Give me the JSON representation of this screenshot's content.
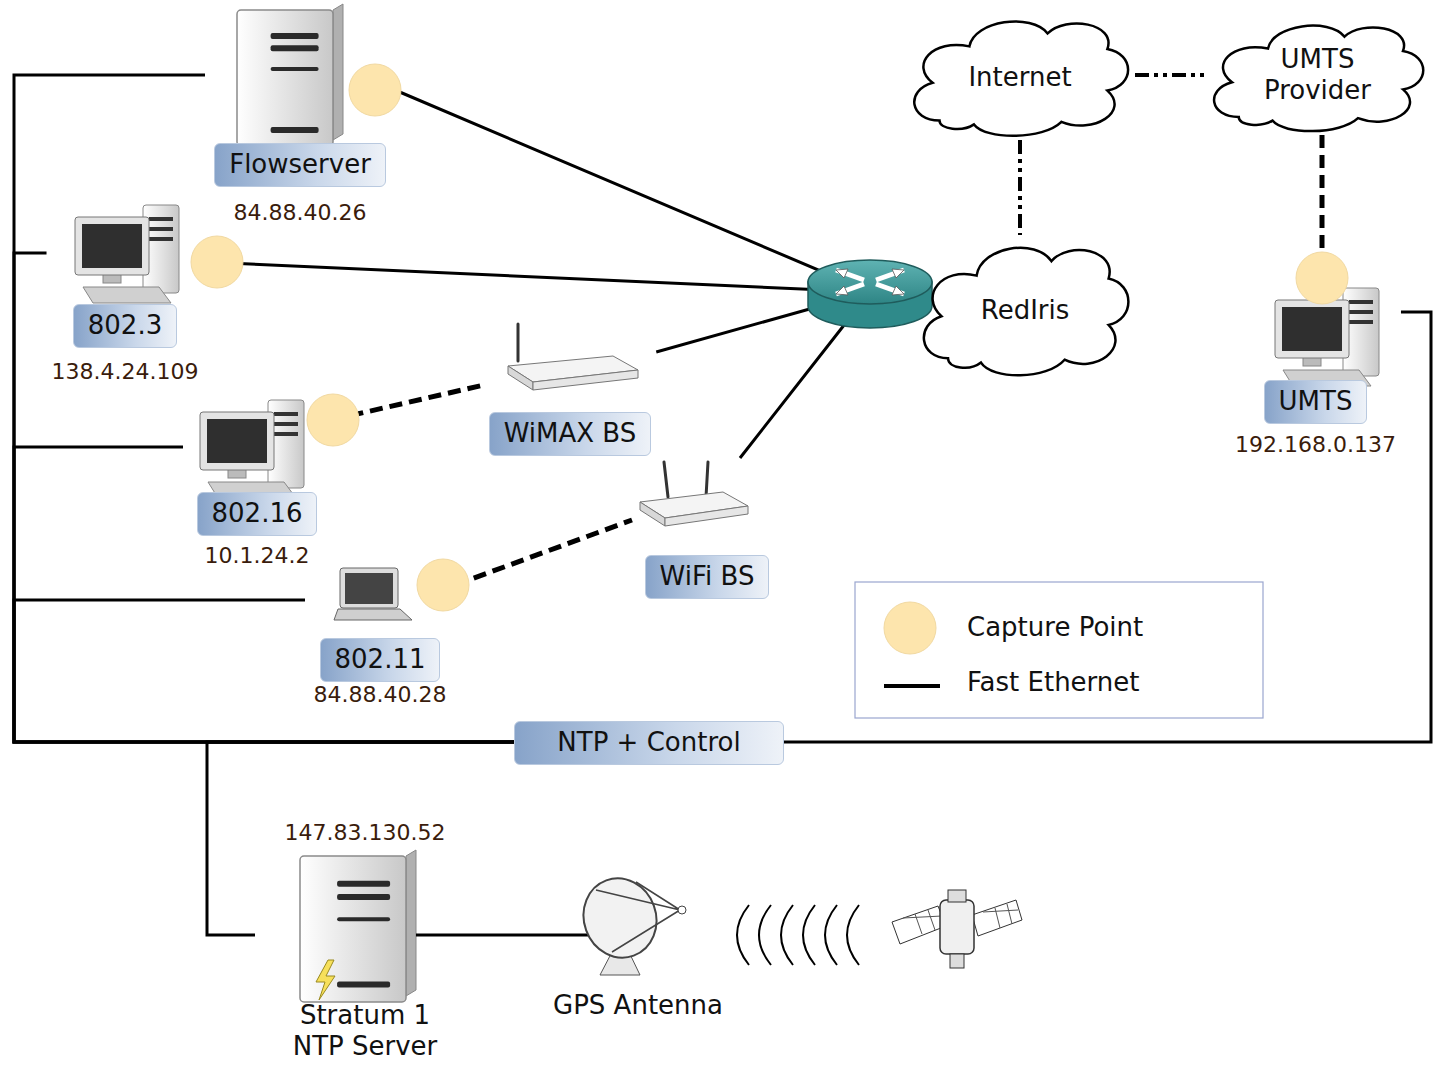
{
  "diagram": {
    "nodes": [
      {
        "text": [
          "Flowserver",
          "84.88.40.26"
        ]
      },
      {
        "text": [
          "802.3",
          "138.4.24.109"
        ]
      },
      {
        "text": [
          "WiMAX BS"
        ]
      },
      {
        "text": [
          "802.16",
          "10.1.24.2"
        ]
      },
      {
        "text": [
          "WiFi BS"
        ]
      },
      {
        "text": [
          "802.11",
          "84.88.40.28"
        ]
      },
      {
        "text": [
          "Internet"
        ]
      },
      {
        "text": [
          "UMTS Provider"
        ]
      },
      {
        "text": [
          "RedIris"
        ]
      },
      {
        "text": [
          "UMTS",
          "192.168.0.137"
        ]
      },
      {
        "text": [
          "NTP + Control"
        ]
      },
      {
        "text": [
          "147.83.130.52",
          "Stratum 1 NTP Server"
        ]
      }
    ],
    "edges": [
      {
        "from": 0,
        "to": 8,
        "arrow": "none"
      },
      {
        "from": 1,
        "to": 8,
        "arrow": "none"
      },
      {
        "from": 3,
        "to": 2,
        "arrow": "none"
      },
      {
        "from": 2,
        "to": 8,
        "arrow": "none"
      },
      {
        "from": 5,
        "to": 4,
        "arrow": "none"
      },
      {
        "from": 4,
        "to": 8,
        "arrow": "none"
      },
      {
        "from": 6,
        "to": 8,
        "arrow": "none"
      },
      {
        "from": 6,
        "to": 7,
        "arrow": "none"
      },
      {
        "from": 7,
        "to": 9,
        "arrow": "none"
      },
      {
        "from": 0,
        "to": 10,
        "arrow": "none"
      },
      {
        "from": 1,
        "to": 10,
        "arrow": "none"
      },
      {
        "from": 3,
        "to": 10,
        "arrow": "none"
      },
      {
        "from": 5,
        "to": 10,
        "arrow": "none"
      },
      {
        "from": 9,
        "to": 10,
        "arrow": "none"
      },
      {
        "from": 11,
        "to": 10,
        "arrow": "none"
      }
    ],
    "labels": [
      "GPS Antenna"
    ],
    "legend": [
      {
        "text": "Capture Point",
        "color": "#fde5ad"
      },
      {
        "text": "Fast Ethernet"
      }
    ]
  }
}
